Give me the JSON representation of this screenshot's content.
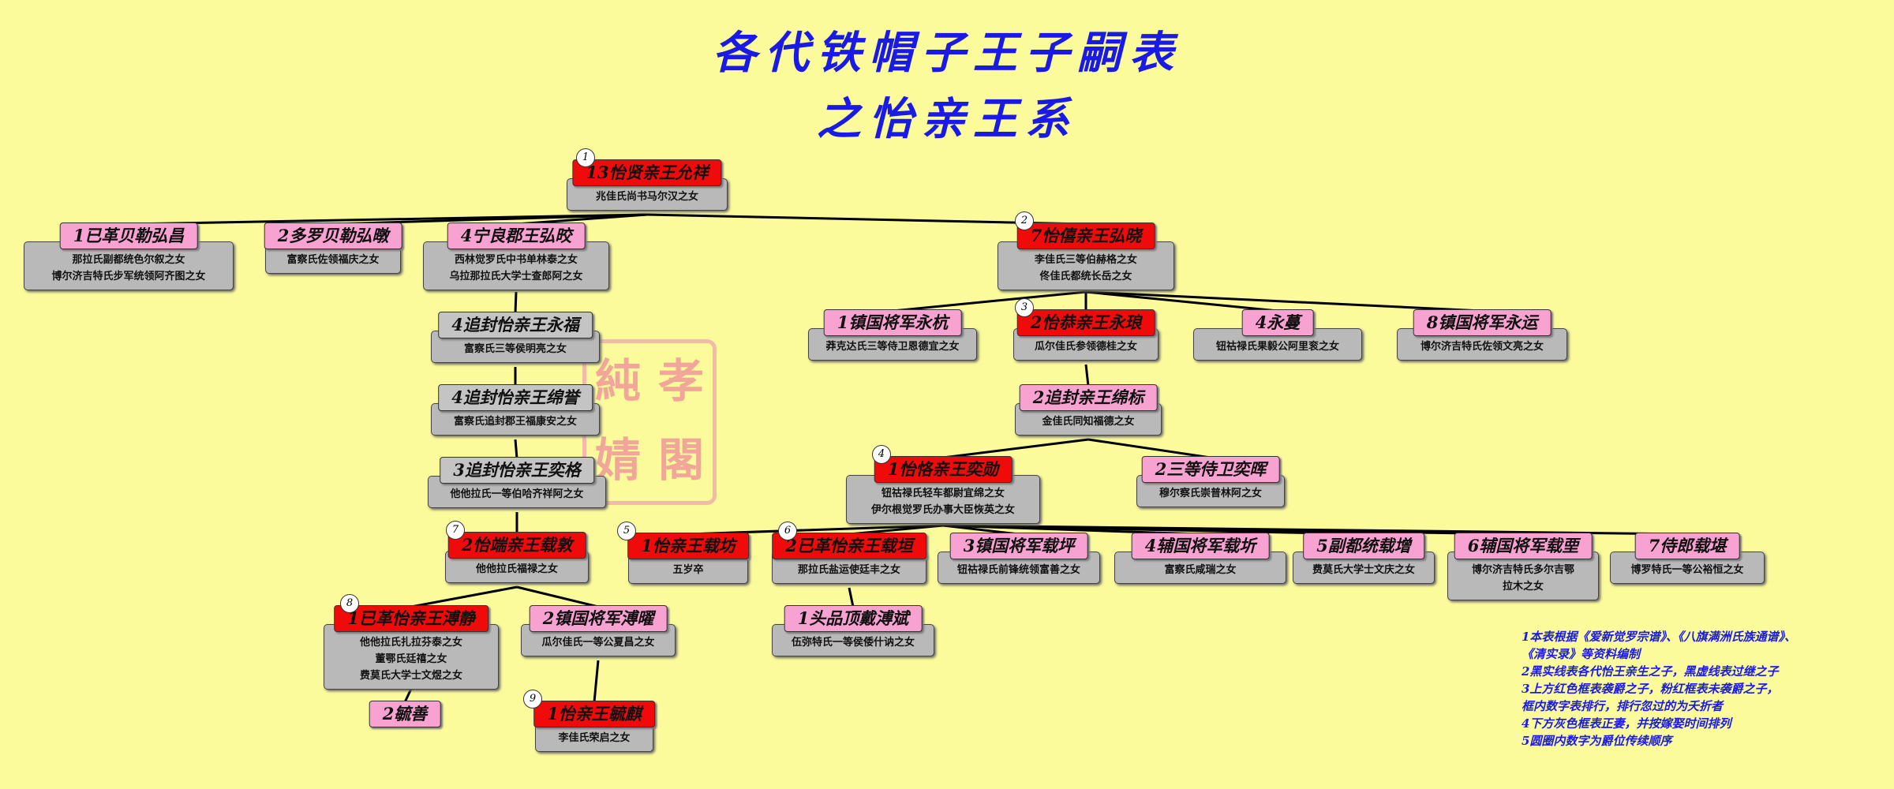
{
  "title": [
    "各代铁帽子王子嗣表",
    "之怡亲王系"
  ],
  "seal_text": [
    "純",
    "孝",
    "婧",
    "閣"
  ],
  "nodes": {
    "yinxiang": {
      "name": "13怡贤亲王允祥",
      "spouses": [
        "兆佳氏尚书马尔汉之女"
      ],
      "color": "red",
      "circle": "1"
    },
    "hongchang": {
      "name": "1已革贝勒弘昌",
      "spouses": [
        "那拉氏副都统色尔叙之女",
        "博尔济吉特氏步军统领阿齐图之女"
      ],
      "color": "pink"
    },
    "hongdun": {
      "name": "2多罗贝勒弘暾",
      "spouses": [
        "富察氏佐领福庆之女"
      ],
      "color": "pink"
    },
    "hongjiao_n": {
      "name": "4宁良郡王弘晈",
      "spouses": [
        "西林觉罗氏中书单林泰之女",
        "乌拉那拉氏大学士查郎阿之女"
      ],
      "color": "pink"
    },
    "hongxiao": {
      "name": "7怡僖亲王弘晓",
      "spouses": [
        "李佳氏三等伯赫格之女",
        "佟佳氏都统长岳之女"
      ],
      "color": "red",
      "circle": "2"
    },
    "yongfu": {
      "name": "4追封怡亲王永福",
      "spouses": [
        "富察氏三等侯明亮之女"
      ],
      "color": "gray"
    },
    "mianyu": {
      "name": "4追封怡亲王绵誉",
      "spouses": [
        "富察氏追封郡王福康安之女"
      ],
      "color": "gray"
    },
    "yige": {
      "name": "3追封怡亲王奕格",
      "spouses": [
        "他他拉氏一等伯哈齐祥阿之女"
      ],
      "color": "gray"
    },
    "zaidun": {
      "name": "2怡端亲王载敦",
      "spouses": [
        "他他拉氏福禄之女"
      ],
      "color": "red",
      "circle": "7"
    },
    "pujing": {
      "name": "1已革怡亲王溥静",
      "spouses": [
        "他他拉氏扎拉芬泰之女",
        "董鄂氏廷禧之女",
        "费莫氏大学士文煜之女"
      ],
      "color": "red",
      "circle": "8"
    },
    "yushan": {
      "name": "2毓善",
      "spouses": [],
      "color": "pink"
    },
    "puyao": {
      "name": "2镇国将军溥曜",
      "spouses": [
        "瓜尔佳氏一等公夏昌之女"
      ],
      "color": "pink"
    },
    "yuqi": {
      "name": "1怡亲王毓麒",
      "spouses": [
        "李佳氏荣启之女"
      ],
      "color": "red",
      "circle": "9"
    },
    "yongkang": {
      "name": "1镇国将军永杭",
      "spouses": [
        "莽克达氏三等侍卫恩德宜之女"
      ],
      "color": "pink"
    },
    "yonglang": {
      "name": "2怡恭亲王永琅",
      "spouses": [
        "瓜尔佳氏参领德桂之女"
      ],
      "color": "red",
      "circle": "3"
    },
    "yongman": {
      "name": "4永蔓",
      "spouses": [
        "钮祜禄氏果毅公阿里衮之女"
      ],
      "color": "pink"
    },
    "yongyun": {
      "name": "8镇国将军永运",
      "spouses": [
        "博尔济吉特氏佐领文亮之女"
      ],
      "color": "pink"
    },
    "mianbiao": {
      "name": "2追封亲王绵标",
      "spouses": [
        "金佳氏同知福德之女"
      ],
      "color": "pink"
    },
    "yixun": {
      "name": "1怡恪亲王奕勋",
      "spouses": [
        "钮祜禄氏轻车都尉宜绵之女",
        "伊尔根觉罗氏办事大臣恢英之女"
      ],
      "color": "red",
      "circle": "4"
    },
    "yihui": {
      "name": "2三等侍卫奕晖",
      "spouses": [
        "穆尔察氏崇普林阿之女"
      ],
      "color": "pink"
    },
    "zaifang": {
      "name": "1怡亲王载坊",
      "spouses": [
        "五岁卒"
      ],
      "color": "red",
      "circle": "5"
    },
    "zaiyuan": {
      "name": "2已革怡亲王载垣",
      "spouses": [
        "那拉氏盐运使廷丰之女"
      ],
      "color": "red",
      "circle": "6"
    },
    "zaiping": {
      "name": "3镇国将军载坪",
      "spouses": [
        "钮祜禄氏前锋统领富善之女"
      ],
      "color": "pink"
    },
    "zaixin": {
      "name": "4辅国将军载圻",
      "spouses": [
        "富察氏咸瑞之女"
      ],
      "color": "pink"
    },
    "zaizeng": {
      "name": "5副都统载增",
      "spouses": [
        "费莫氏大学士文庆之女"
      ],
      "color": "pink"
    },
    "zaiyin": {
      "name": "6辅国将军载垔",
      "spouses": [
        "博尔济吉特氏多尔吉鄂",
        "拉木之女"
      ],
      "color": "pink"
    },
    "zaiji": {
      "name": "7侍郎载堪",
      "spouses": [
        "博罗特氏一等公裕恒之女"
      ],
      "color": "pink"
    },
    "puwei": {
      "name": "1头品顶戴溥斌",
      "spouses": [
        "伍弥特氏一等侯倭什讷之女"
      ],
      "color": "pink"
    }
  },
  "notes": [
    "1本表根据《爱新觉罗宗谱》、《八旗满洲氏族通谱》、",
    "  《清实录》等资料编制",
    "2黑实线表各代怡王亲生之子，黑虚线表过继之子",
    "3上方红色框表袭爵之子，粉红框表未袭爵之子，",
    "  框内数字表排行，排行忽过的为夭折者",
    "4下方灰色框表正妻，并按嫁娶时间排列",
    "5圆圈内数字为爵位传续顺序"
  ],
  "colors": {
    "background": "#fbfb9c",
    "title": "#1a1ae6",
    "heir_box": "#f00a0a",
    "son_box": "#f8a2d2",
    "spouse_box": "#b9b9b9"
  }
}
